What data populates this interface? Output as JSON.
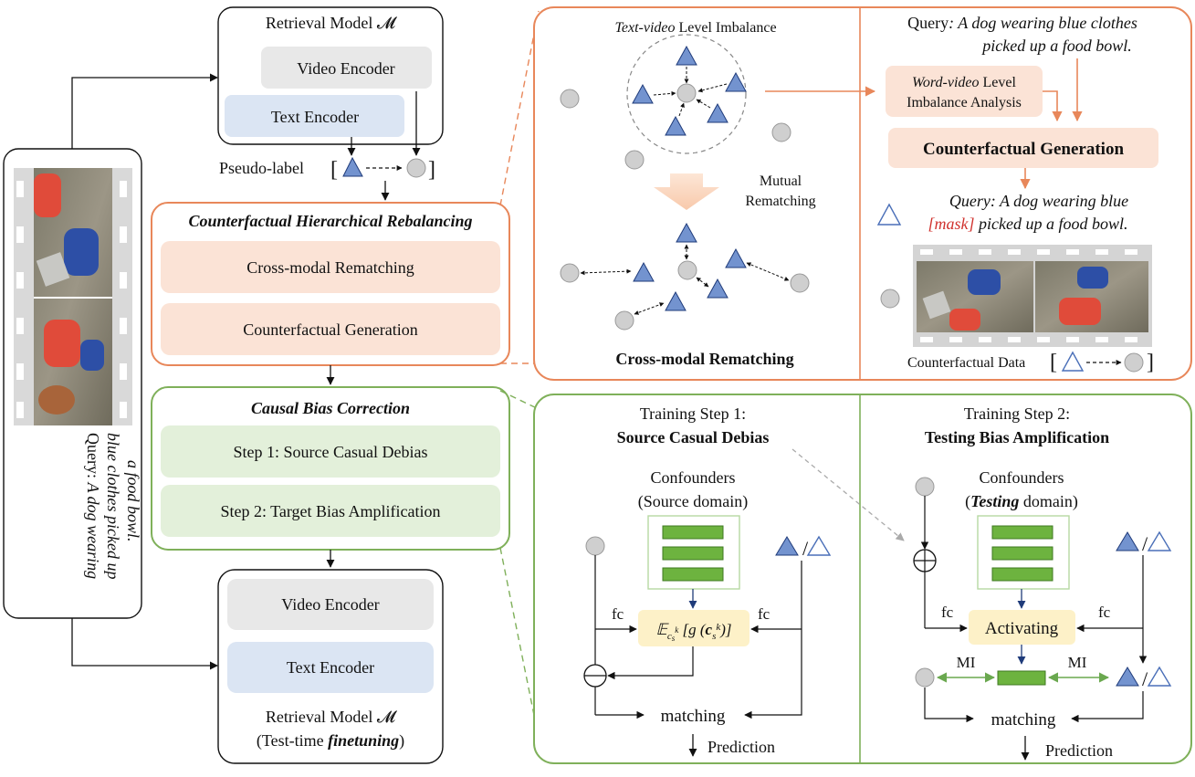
{
  "query_sidebar": {
    "prefix": "Query: ",
    "line1": "A dog wearing",
    "line2": "blue clothes picked up",
    "line3": "a food bowl."
  },
  "top_model": {
    "title": "Retrieval Model 𝓜",
    "video_encoder": "Video Encoder",
    "text_encoder": "Text Encoder"
  },
  "pseudo_label": "Pseudo-label",
  "chr": {
    "title": "Counterfactual Hierarchical Rebalancing",
    "item1": "Cross-modal Rematching",
    "item2": "Counterfactual Generation"
  },
  "cbc": {
    "title": "Causal Bias Correction",
    "item1": "Step 1: Source Casual Debias",
    "item2": "Step 2: Target Bias Amplification"
  },
  "bottom_model": {
    "video_encoder": "Video Encoder",
    "text_encoder": "Text Encoder",
    "title": "Retrieval Model 𝓜",
    "subtitle_prefix": "(Test-time ",
    "subtitle_emph": "finetuning",
    "subtitle_suffix": ")"
  },
  "panel_rematch": {
    "heading_it": "Text-video",
    "heading_rest": " Level Imbalance",
    "mutual_line1": "Mutual",
    "mutual_line2": "Rematching",
    "caption": "Cross-modal Rematching"
  },
  "panel_cfgen": {
    "query_label": "Query",
    "query_line1": ": A dog wearing blue clothes",
    "query_line2": "picked up a food bowl.",
    "analysis_it": "Word-video",
    "analysis_rest": " Level",
    "analysis_line2": "Imbalance Analysis",
    "cf_box": "Counterfactual Generation",
    "masked_line1": "Query: A dog  wearing blue",
    "masked_token": "[mask]",
    "masked_line2": " picked up a food bowl.",
    "cf_data": "Counterfactual Data"
  },
  "panel_step1": {
    "title_line1": "Training Step 1:",
    "title_line2": "Source Casual Debias",
    "conf_line1": "Confounders",
    "conf_line2": "(Source domain)",
    "fc_left": "fc",
    "fc_right": "fc",
    "expectation": "𝔼",
    "matching": "matching",
    "prediction": "Prediction"
  },
  "panel_step2": {
    "title_line1": "Training Step 2:",
    "title_line2": "Testing Bias Amplification",
    "conf_line1": "Confounders",
    "conf_emph": "Testing",
    "conf_line2_rest": " domain)",
    "fc_left": "fc",
    "fc_right": "fc",
    "activating": "Activating",
    "mi_left": "MI",
    "mi_right": "MI",
    "matching": "matching",
    "prediction": "Prediction"
  },
  "colors": {
    "orange_border": "#e8875a",
    "orange_fill": "#fbe3d6",
    "green_border": "#7fb05a",
    "green_fill": "#e3f0da",
    "blue_fill": "#dbe5f3",
    "gray_fill": "#e8e8e8",
    "triangle": "#7393cf",
    "bar_green": "#6db33f"
  }
}
